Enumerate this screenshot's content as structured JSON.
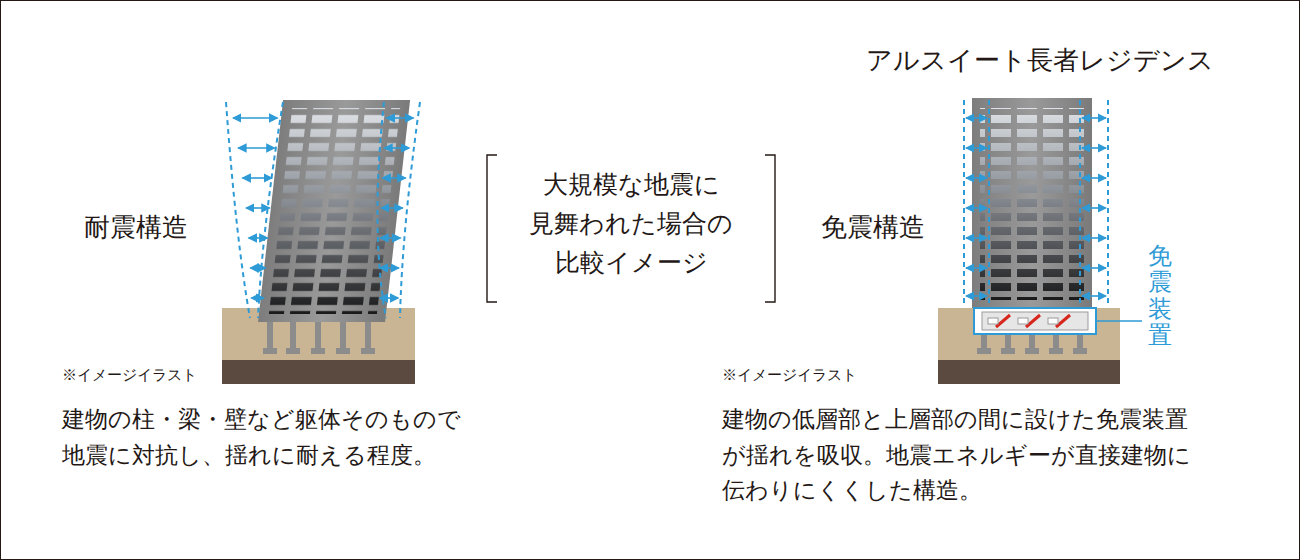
{
  "diagram": {
    "labels": [
      "耐震構造",
      "大規模な地震に 見舞われた場合の 比較イメージ",
      "アルスイート長者レジデンス",
      "免震構造",
      "免震装置",
      "※イメージイラスト",
      "建物の柱・梁・壁など躯体そのもので 地震に対抗し、揺れに耐える程度。",
      "※イメージイラスト",
      "建物の低層部と上層部の間に設けた免震装置 が揺れを吸収。地震エネルギーが直接建物に 伝わりにくくした構造。"
    ]
  }
}
